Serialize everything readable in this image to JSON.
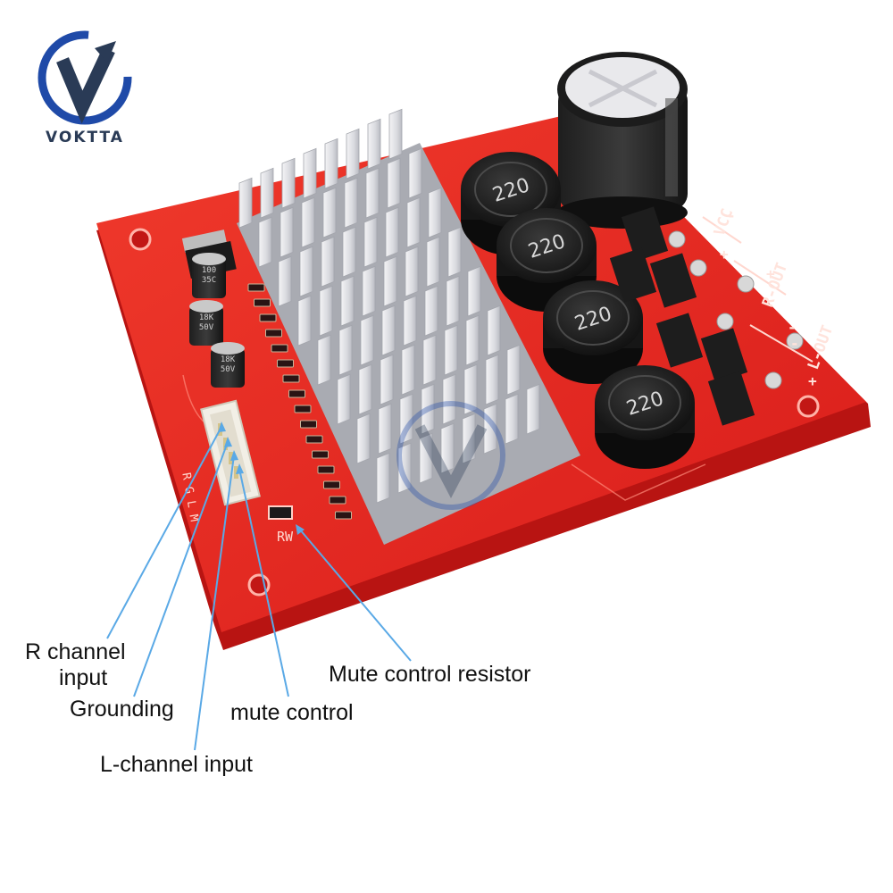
{
  "brand": {
    "name": "VOKTTA",
    "colors": {
      "ring": "#1f4aa8",
      "v": "#2a3b56",
      "board": "#e5231f"
    }
  },
  "board": {
    "capacitors": [
      {
        "value": "100",
        "voltage": "35C"
      },
      {
        "value": "18K",
        "voltage": "50V"
      },
      {
        "value": "18K",
        "voltage": "50V"
      }
    ],
    "inductor_label": "220",
    "connector_pins": "RGLM",
    "resistor_silkscreen": "RW",
    "terminal_labels": [
      "VCC",
      "R-OUT",
      "L-OUT"
    ],
    "polarity_marks": [
      "+",
      "-",
      "+",
      "-",
      "+",
      "-"
    ]
  },
  "callouts": {
    "r_channel_line1": "R channel",
    "r_channel_line2": "input",
    "grounding": "Grounding",
    "mute_control": "mute control",
    "l_channel": "L-channel input",
    "mute_resistor": "Mute control resistor"
  }
}
